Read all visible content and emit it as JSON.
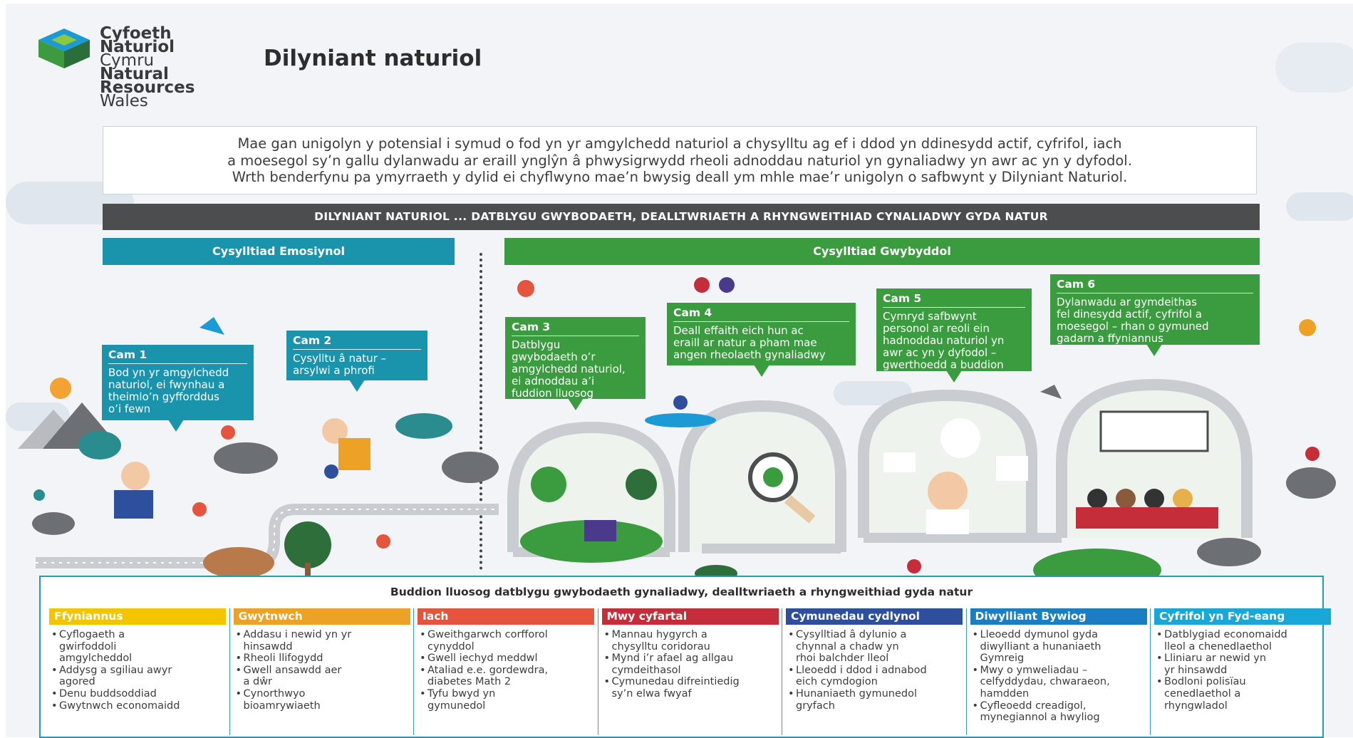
{
  "logo": {
    "line1": "Cyfoeth",
    "line2": "Naturiol",
    "line3": "Cymru",
    "line4": "Natural",
    "line5": "Resources",
    "line6": "Wales"
  },
  "title": "Dilyniant naturiol",
  "intro": {
    "line1": "Mae gan unigolyn y potensial i symud o fod yn yr amgylchedd naturiol a chysylltu ag ef i ddod yn ddinesydd actif, cyfrifol, iach",
    "line2": "a moesegol sy’n gallu dylanwadu ar eraill ynglŷn â phwysigrwydd rheoli adnoddau naturiol yn gynaliadwy yn awr ac yn y dyfodol.",
    "line3": "Wrth benderfynu pa ymyrraeth y dylid ei chyflwyno mae’n bwysig deall ym mhle mae’r unigolyn o safbwynt y Dilyniant Naturiol."
  },
  "banner": "DILYNIANT NATURIOL ... DATBLYGU GWYBODAETH, DEALLTWRIAETH A RHYNGWEITHIAD CYNALIADWY GYDA NATUR",
  "sections": {
    "emotional": "Cysylltiad Emosiynol",
    "cognitive": "Cysylltiad Gwybyddol"
  },
  "steps": [
    {
      "title": "Cam 1",
      "lines": [
        "Bod yn yr amgylchedd",
        "naturiol, ei fwynhau a",
        "theimlo’n gyfforddus",
        "o’i fewn"
      ]
    },
    {
      "title": "Cam 2",
      "lines": [
        "Cysylltu â natur –",
        "arsylwi a phrofi"
      ]
    },
    {
      "title": "Cam 3",
      "lines": [
        "Datblygu",
        "gwybodaeth o’r",
        "amgylchedd naturiol,",
        "ei adnoddau a’i",
        "fuddion lluosog"
      ]
    },
    {
      "title": "Cam 4",
      "lines": [
        "Deall effaith eich hun ac",
        "eraill ar natur a pham mae",
        "angen rheolaeth gynaliadwy"
      ]
    },
    {
      "title": "Cam 5",
      "lines": [
        "Cymryd safbwynt",
        "personol ar reoli ein",
        "hadnoddau naturiol yn",
        "awr ac yn y dyfodol –",
        "gwerthoedd a buddion"
      ]
    },
    {
      "title": "Cam 6",
      "lines": [
        "Dylanwadu ar gymdeithas",
        "fel dinesydd actif, cyfrifol a",
        "moesegol – rhan o gymuned",
        "gadarn a ffyniannus"
      ]
    }
  ],
  "benefits": {
    "title": "Buddion lluosog datblygu gwybodaeth gynaliadwy, dealltwriaeth a rhyngweithiad gyda natur",
    "columns": [
      {
        "heading": "Ffyniannus",
        "color": "#f2c500",
        "items": [
          "Cyflogaeth a\ngwirfoddoli\namgylcheddol",
          "Addysg a sgiliau awyr\nagored",
          "Denu buddsoddiad",
          "Gwytnwch economaidd"
        ]
      },
      {
        "heading": "Gwytnwch",
        "color": "#eda126",
        "items": [
          "Addasu i newid yn yr\nhinsawdd",
          "Rheoli llifogydd",
          "Gwell ansawdd aer\na dŵr",
          "Cynorthwyo\nbioamrywiaeth"
        ]
      },
      {
        "heading": "Iach",
        "color": "#e5543f",
        "items": [
          "Gweithgarwch corfforol\ncynyddol",
          "Gwell iechyd meddwl",
          "Ataliad e.e. gordewdra,\ndiabetes Math 2",
          "Tyfu bwyd yn\ngymunedol"
        ]
      },
      {
        "heading": "Mwy cyfartal",
        "color": "#c42d39",
        "items": [
          "Mannau hygyrch a\nchysylltu coridorau",
          "Mynd i’r afael ag allgau\ncymdeithasol",
          "Cymunedau difreintiedig\nsy’n elwa fwyaf"
        ]
      },
      {
        "heading": "Cymunedau cydlynol",
        "color": "#2e4f9e",
        "items": [
          "Cysylltiad â dylunio a\nchynnal a chadw yn\nrhoi balchder lleol",
          "Lleoedd i ddod i adnabod\neich cymdogion",
          "Hunaniaeth gymunedol\ngryfach"
        ]
      },
      {
        "heading": "Diwylliant Bywiog",
        "color": "#1b7ec2",
        "items": [
          "Lleoedd dymunol gyda\ndiwylliant a hunaniaeth\nGymreig",
          "Mwy o ymweliadau –\ncelfyddydau, chwaraeon,\nhamdden",
          "Cyfleoedd creadigol,\nmynegiannol a hwyliog"
        ]
      },
      {
        "heading": "Cyfrifol yn Fyd-eang",
        "color": "#19a7d8",
        "items": [
          "Datblygiad economaidd\nlleol a chenedlaethol",
          "Lliniaru ar newid yn\nyr hinsawdd",
          "Bodloni polisïau\ncenedlaethol a\nrhyngwladol"
        ]
      }
    ]
  }
}
